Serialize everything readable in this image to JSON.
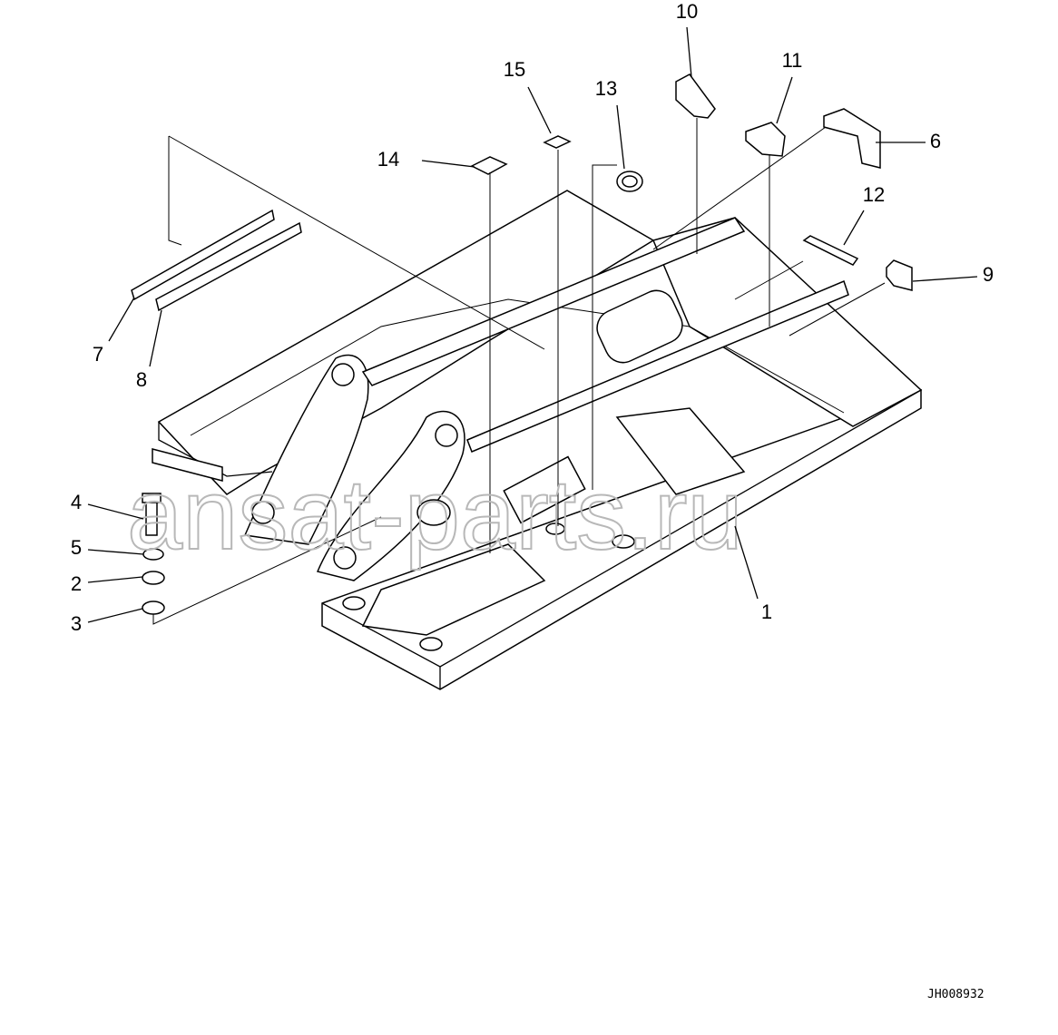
{
  "diagram": {
    "drawing_code": "JH008932",
    "watermark": "ansat-parts.ru",
    "callouts": [
      {
        "id": "1",
        "label": "1"
      },
      {
        "id": "2",
        "label": "2"
      },
      {
        "id": "3",
        "label": "3"
      },
      {
        "id": "4",
        "label": "4"
      },
      {
        "id": "5",
        "label": "5"
      },
      {
        "id": "6",
        "label": "6"
      },
      {
        "id": "7",
        "label": "7"
      },
      {
        "id": "8",
        "label": "8"
      },
      {
        "id": "9",
        "label": "9"
      },
      {
        "id": "10",
        "label": "10"
      },
      {
        "id": "11",
        "label": "11"
      },
      {
        "id": "12",
        "label": "12"
      },
      {
        "id": "13",
        "label": "13"
      },
      {
        "id": "14",
        "label": "14"
      },
      {
        "id": "15",
        "label": "15"
      }
    ]
  }
}
